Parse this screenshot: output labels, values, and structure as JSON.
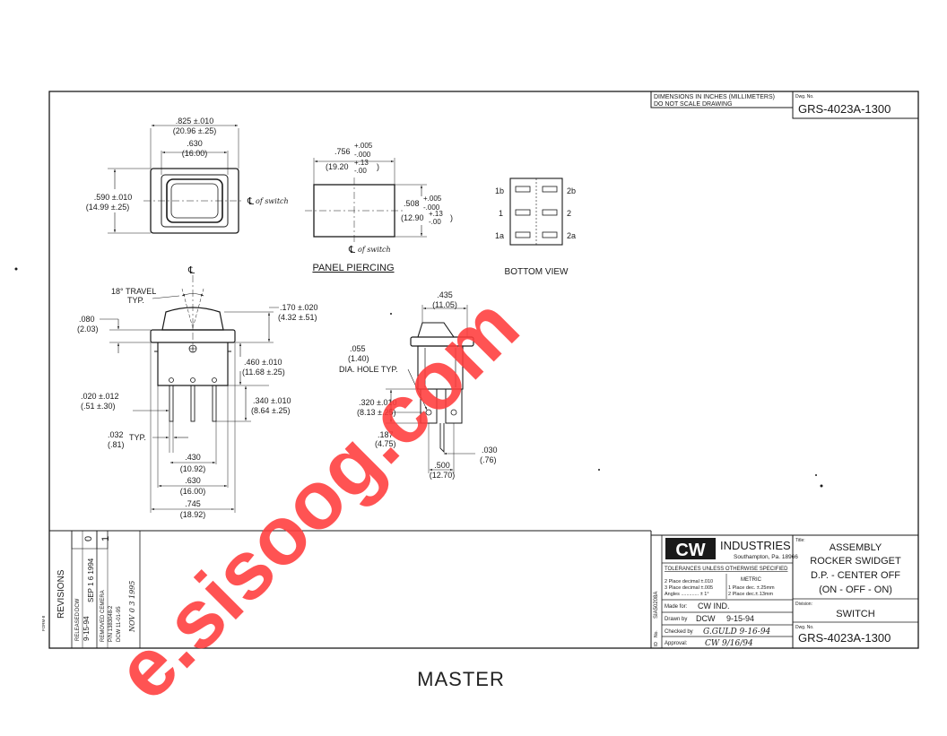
{
  "title_block": {
    "dim_note_1": "DIMENSIONS IN INCHES (MILLIMETERS)",
    "dim_note_2": "DO NOT SCALE DRAWING",
    "dwg_no_label": "Dwg. No.",
    "dwg_no_top": "GRS-4023A-1300",
    "company": "INDUSTRIES",
    "company_logo": "CW",
    "company_location": "Southampton, Pa. 18966",
    "tolerance_header": "TOLERANCES UNLESS OTHERWISE SPECIFIED",
    "tol_left_1": "2 Place decimal ±.010",
    "tol_left_2": "3 Place decimal ±.005",
    "tol_left_3": "Angles ............. ± 1°",
    "tol_right_0": "METRIC",
    "tol_right_1": "1 Place dec. ±.25mm",
    "tol_right_2": "2 Place dec.±.13mm",
    "made_for_label": "Made for:",
    "made_for": "CW IND.",
    "drawn_by_label": "Drawn by",
    "drawn_by": "DCW",
    "drawn_date": "9-15-94",
    "checked_by_label": "Checked by",
    "checked_by": "G.GULD  9-16-94",
    "approval_label": "Approval:",
    "approval": "CW  9/16/94",
    "side_code": "SIA50208A",
    "side_no": "No.",
    "side_id": "ID",
    "title_label": "Title:",
    "title_1": "ASSEMBLY",
    "title_2": "ROCKER SWIDGET",
    "title_3": "D.P. - CENTER OFF",
    "title_4": "(ON - OFF - ON)",
    "division_label": "Division:",
    "division": "SWITCH",
    "dwg_no_bottom": "GRS-4023A-1300"
  },
  "revisions": {
    "heading": "REVISIONS",
    "form": "FORM-8",
    "released": "RELEASED",
    "released_by": "DCW",
    "released_date": "9-15-94",
    "rev0": "0",
    "rev0_stamp": "SEP 1 6 1994",
    "rev1": "1",
    "change_1": "REMOVED CEMERA",
    "change_2": "P/N 1383048-2",
    "change_3": "DCW 11-01-95",
    "rev1_stamp": "NOV 0 3 1995"
  },
  "front_view": {
    "width": ".825 ±.010",
    "width_mm": "(20.96 ±.25)",
    "inner_width": ".630",
    "inner_width_mm": "(16.00)",
    "height": ".590 ±.010",
    "height_mm": "(14.99 ±.25)",
    "cl_label": "of switch"
  },
  "panel": {
    "width": ".756",
    "width_tol_plus": "+.005",
    "width_tol_minus": "-.000",
    "width_mm": "(19.20",
    "width_mm_plus": "+.13",
    "width_mm_minus": "-.00",
    "height": ".508",
    "height_tol_plus": "+.005",
    "height_tol_minus": "-.000",
    "height_mm": "(12.90",
    "height_mm_plus": "+.13",
    "height_mm_minus": "-.00",
    "cl_label": "of switch",
    "caption": "PANEL PIERCING"
  },
  "bottom_view": {
    "caption": "BOTTOM VIEW",
    "t_1b": "1b",
    "t_1": "1",
    "t_1a": "1a",
    "t_2b": "2b",
    "t_2": "2",
    "t_2a": "2a"
  },
  "side_view": {
    "travel": "18° TRAVEL",
    "travel_typ": "TYP.",
    "flange": ".080",
    "flange_mm": "(2.03)",
    "top_h": ".170 ±.020",
    "top_h_mm": "(4.32 ±.51)",
    "body_h": ".460 ±.010",
    "body_h_mm": "(11.68 ±.25)",
    "term_h": ".340 ±.010",
    "term_h_mm": "(8.64 ±.25)",
    "term_t": ".020 ±.012",
    "term_t_mm": "(.51 ±.30)",
    "term_w": ".032",
    "term_w_mm": "(.81)",
    "typ": "TYP.",
    "pitch": ".430",
    "pitch_mm": "(10.92)",
    "body_w": ".630",
    "body_w_mm": "(16.00)",
    "overall_w": ".745",
    "overall_w_mm": "(18.92)"
  },
  "end_view": {
    "width": ".435",
    "width_mm": "(11.05)",
    "hole": ".055",
    "hole_mm": "(1.40)",
    "hole_note": "DIA. HOLE TYP.",
    "hole_h": ".320 ±.010",
    "hole_h_mm": "(8.13 ±.25)",
    "tip": ".187",
    "tip_mm": "(4.75)",
    "thick": ".030",
    "thick_mm": "(.76)",
    "spacing": ".500",
    "spacing_mm": "(12.70)"
  },
  "stamp": "MASTER",
  "watermark": "e.sisoog.com"
}
